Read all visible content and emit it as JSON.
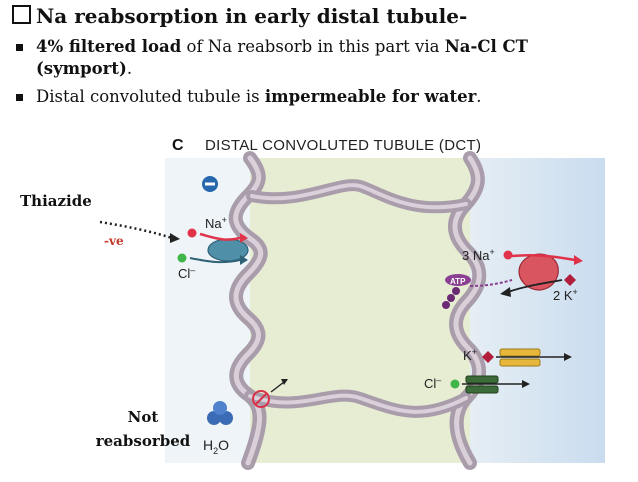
{
  "slide": {
    "heading": "Na reabsorption in early  distal tubule-",
    "bullet1": {
      "part1": "4% filtered load",
      "part2": " of Na reabsorb in this part via ",
      "part3": "Na-Cl CT",
      "part4": "(symport)",
      "part5": "."
    },
    "bullet2": {
      "part1": "Distal convoluted tubule is ",
      "part2": "impermeable for water",
      "part3": "."
    }
  },
  "figure": {
    "panel_letter": "C",
    "panel_title": "DISTAL CONVOLUTED TUBULE (DCT)",
    "thiazide_label": "Thiazide",
    "negative_label": "-ve",
    "na_label": "Na",
    "na_sup": "+",
    "cl_label": "Cl",
    "cl_sup": "–",
    "na3_label": "3 Na",
    "na3_sup": "+",
    "atp_label": "ATP",
    "k2_label": "2 K",
    "k2_sup": "+",
    "k_label": "K",
    "k_sup": "+",
    "cl2_label": "Cl",
    "cl2_sup": "–",
    "not_reabsorbed_line1": "Not",
    "not_reabsorbed_line2": "reabsorbed",
    "h2o_h": "H",
    "h2o_sub": "2",
    "h2o_o": "O",
    "colors": {
      "lumen": "#e9f2f6",
      "cell": "#e4ecd2",
      "interstitium": "#d3e3f2",
      "membrane": "#a99dab",
      "na": "#e0334a",
      "cl": "#3fb54a",
      "k": "#b01e3c",
      "transporter": "#4f8fa8",
      "pump": "#d95560",
      "atp": "#8b3f93",
      "negative_sign": "#2767ad"
    }
  }
}
